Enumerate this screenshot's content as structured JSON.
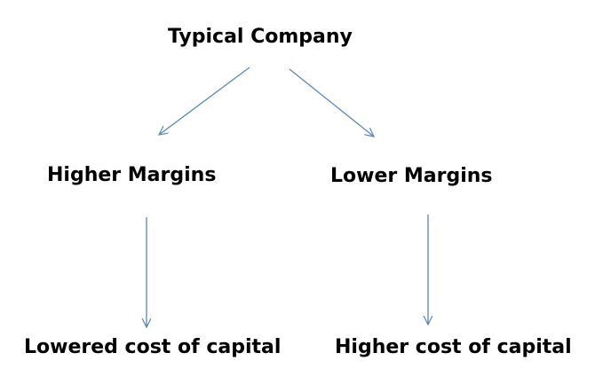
{
  "diagram": {
    "colors": {
      "arrow": "#5b86b5",
      "text": "#000000",
      "background": "#ffffff"
    },
    "nodes": {
      "top": "Typical Company",
      "left": "Higher Margins",
      "right": "Lower Margins",
      "bottom_left": "Lowered cost of capital",
      "bottom_right": "Higher cost of capital"
    }
  }
}
